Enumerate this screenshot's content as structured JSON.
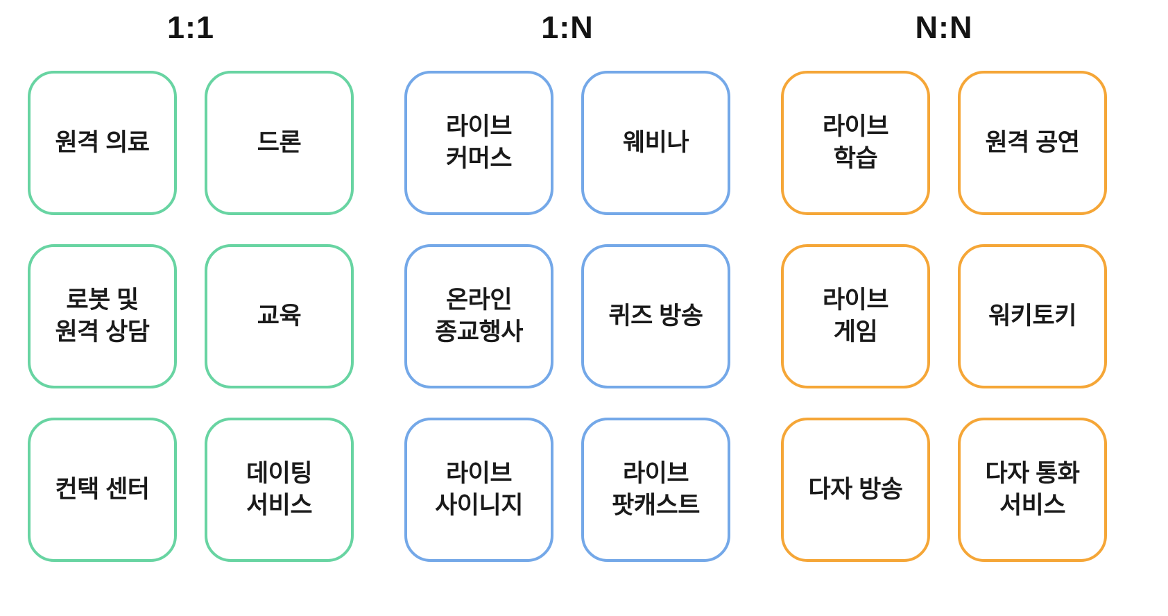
{
  "page": {
    "background_color": "#ffffff",
    "text_color": "#1a1a1a"
  },
  "groups": [
    {
      "title": "1:1",
      "accent_color": "#68d4a2",
      "cards": [
        {
          "label": "원격 의료"
        },
        {
          "label": "드론"
        },
        {
          "label": "로봇 및\n원격 상담"
        },
        {
          "label": "교육"
        },
        {
          "label": "컨택 센터"
        },
        {
          "label": "데이팅\n서비스"
        }
      ]
    },
    {
      "title": "1:N",
      "accent_color": "#74a8e8",
      "cards": [
        {
          "label": "라이브\n커머스"
        },
        {
          "label": "웨비나"
        },
        {
          "label": "온라인\n종교행사"
        },
        {
          "label": "퀴즈 방송"
        },
        {
          "label": "라이브\n사이니지"
        },
        {
          "label": "라이브\n팟캐스트"
        }
      ]
    },
    {
      "title": "N:N",
      "accent_color": "#f5a637",
      "cards": [
        {
          "label": "라이브\n학습"
        },
        {
          "label": "원격 공연"
        },
        {
          "label": "라이브\n게임"
        },
        {
          "label": "워키토키"
        },
        {
          "label": "다자 방송"
        },
        {
          "label": "다자 통화\n서비스"
        }
      ]
    }
  ]
}
